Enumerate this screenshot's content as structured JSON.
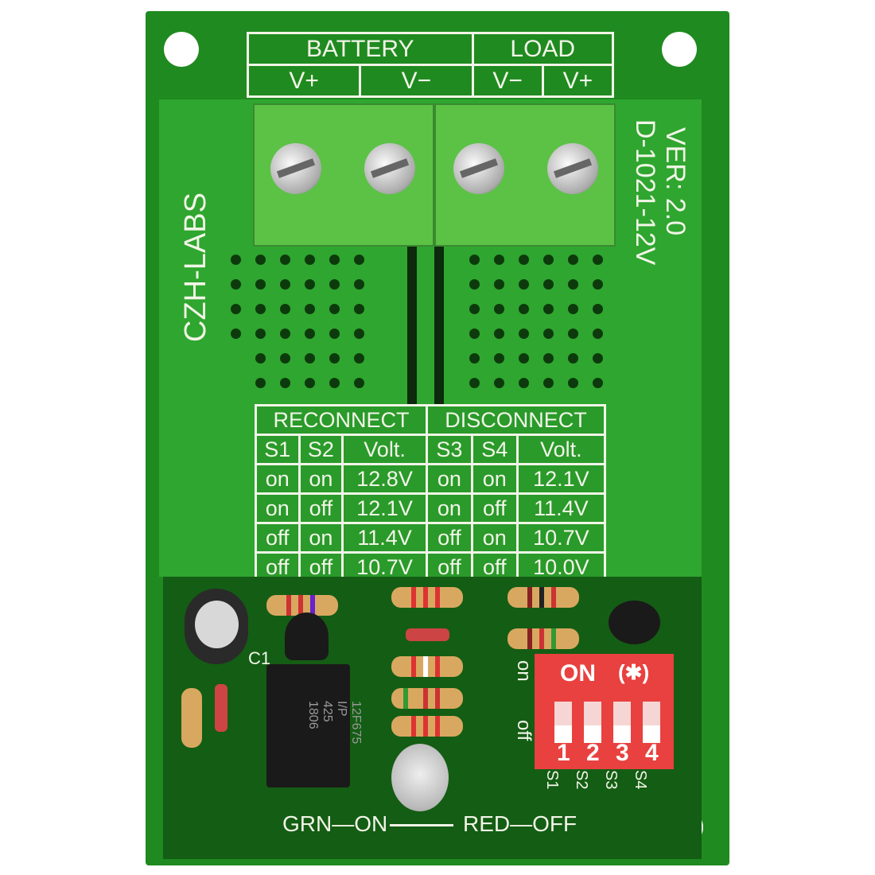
{
  "header_table": {
    "groups": [
      "BATTERY",
      "LOAD"
    ],
    "terminals": [
      "V+",
      "V−",
      "V−",
      "V+"
    ]
  },
  "brand": "CZH-LABS",
  "model": "D-1021-12V",
  "version": "VER: 2.0",
  "settings_table": {
    "groups": [
      "RECONNECT",
      "DISCONNECT"
    ],
    "columns": [
      "S1",
      "S2",
      "Volt.",
      "S3",
      "S4",
      "Volt."
    ],
    "rows": [
      [
        "on",
        "on",
        "12.8V",
        "on",
        "on",
        "12.1V"
      ],
      [
        "on",
        "off",
        "12.1V",
        "on",
        "off",
        "11.4V"
      ],
      [
        "off",
        "on",
        "11.4V",
        "off",
        "on",
        "10.7V"
      ],
      [
        "off",
        "off",
        "10.7V",
        "off",
        "off",
        "10.0V"
      ]
    ]
  },
  "chip": {
    "lines": [
      "12F675",
      "I/P",
      "425",
      "1806"
    ]
  },
  "capacitor_label": "C1",
  "dip_switch": {
    "on_label": "ON",
    "mark": "(✱)",
    "numbers": [
      "1",
      "2",
      "3",
      "4"
    ],
    "side_on": "on",
    "side_off": "off",
    "switch_labels": [
      "S1",
      "S2",
      "S3",
      "S4"
    ]
  },
  "led_label": {
    "left": "GRN—ON",
    "right": "RED—OFF"
  },
  "colors": {
    "board": "#1f8a1f",
    "panel": "#2fa62f",
    "terminal": "#5bc246",
    "dip": "#e8413f"
  }
}
